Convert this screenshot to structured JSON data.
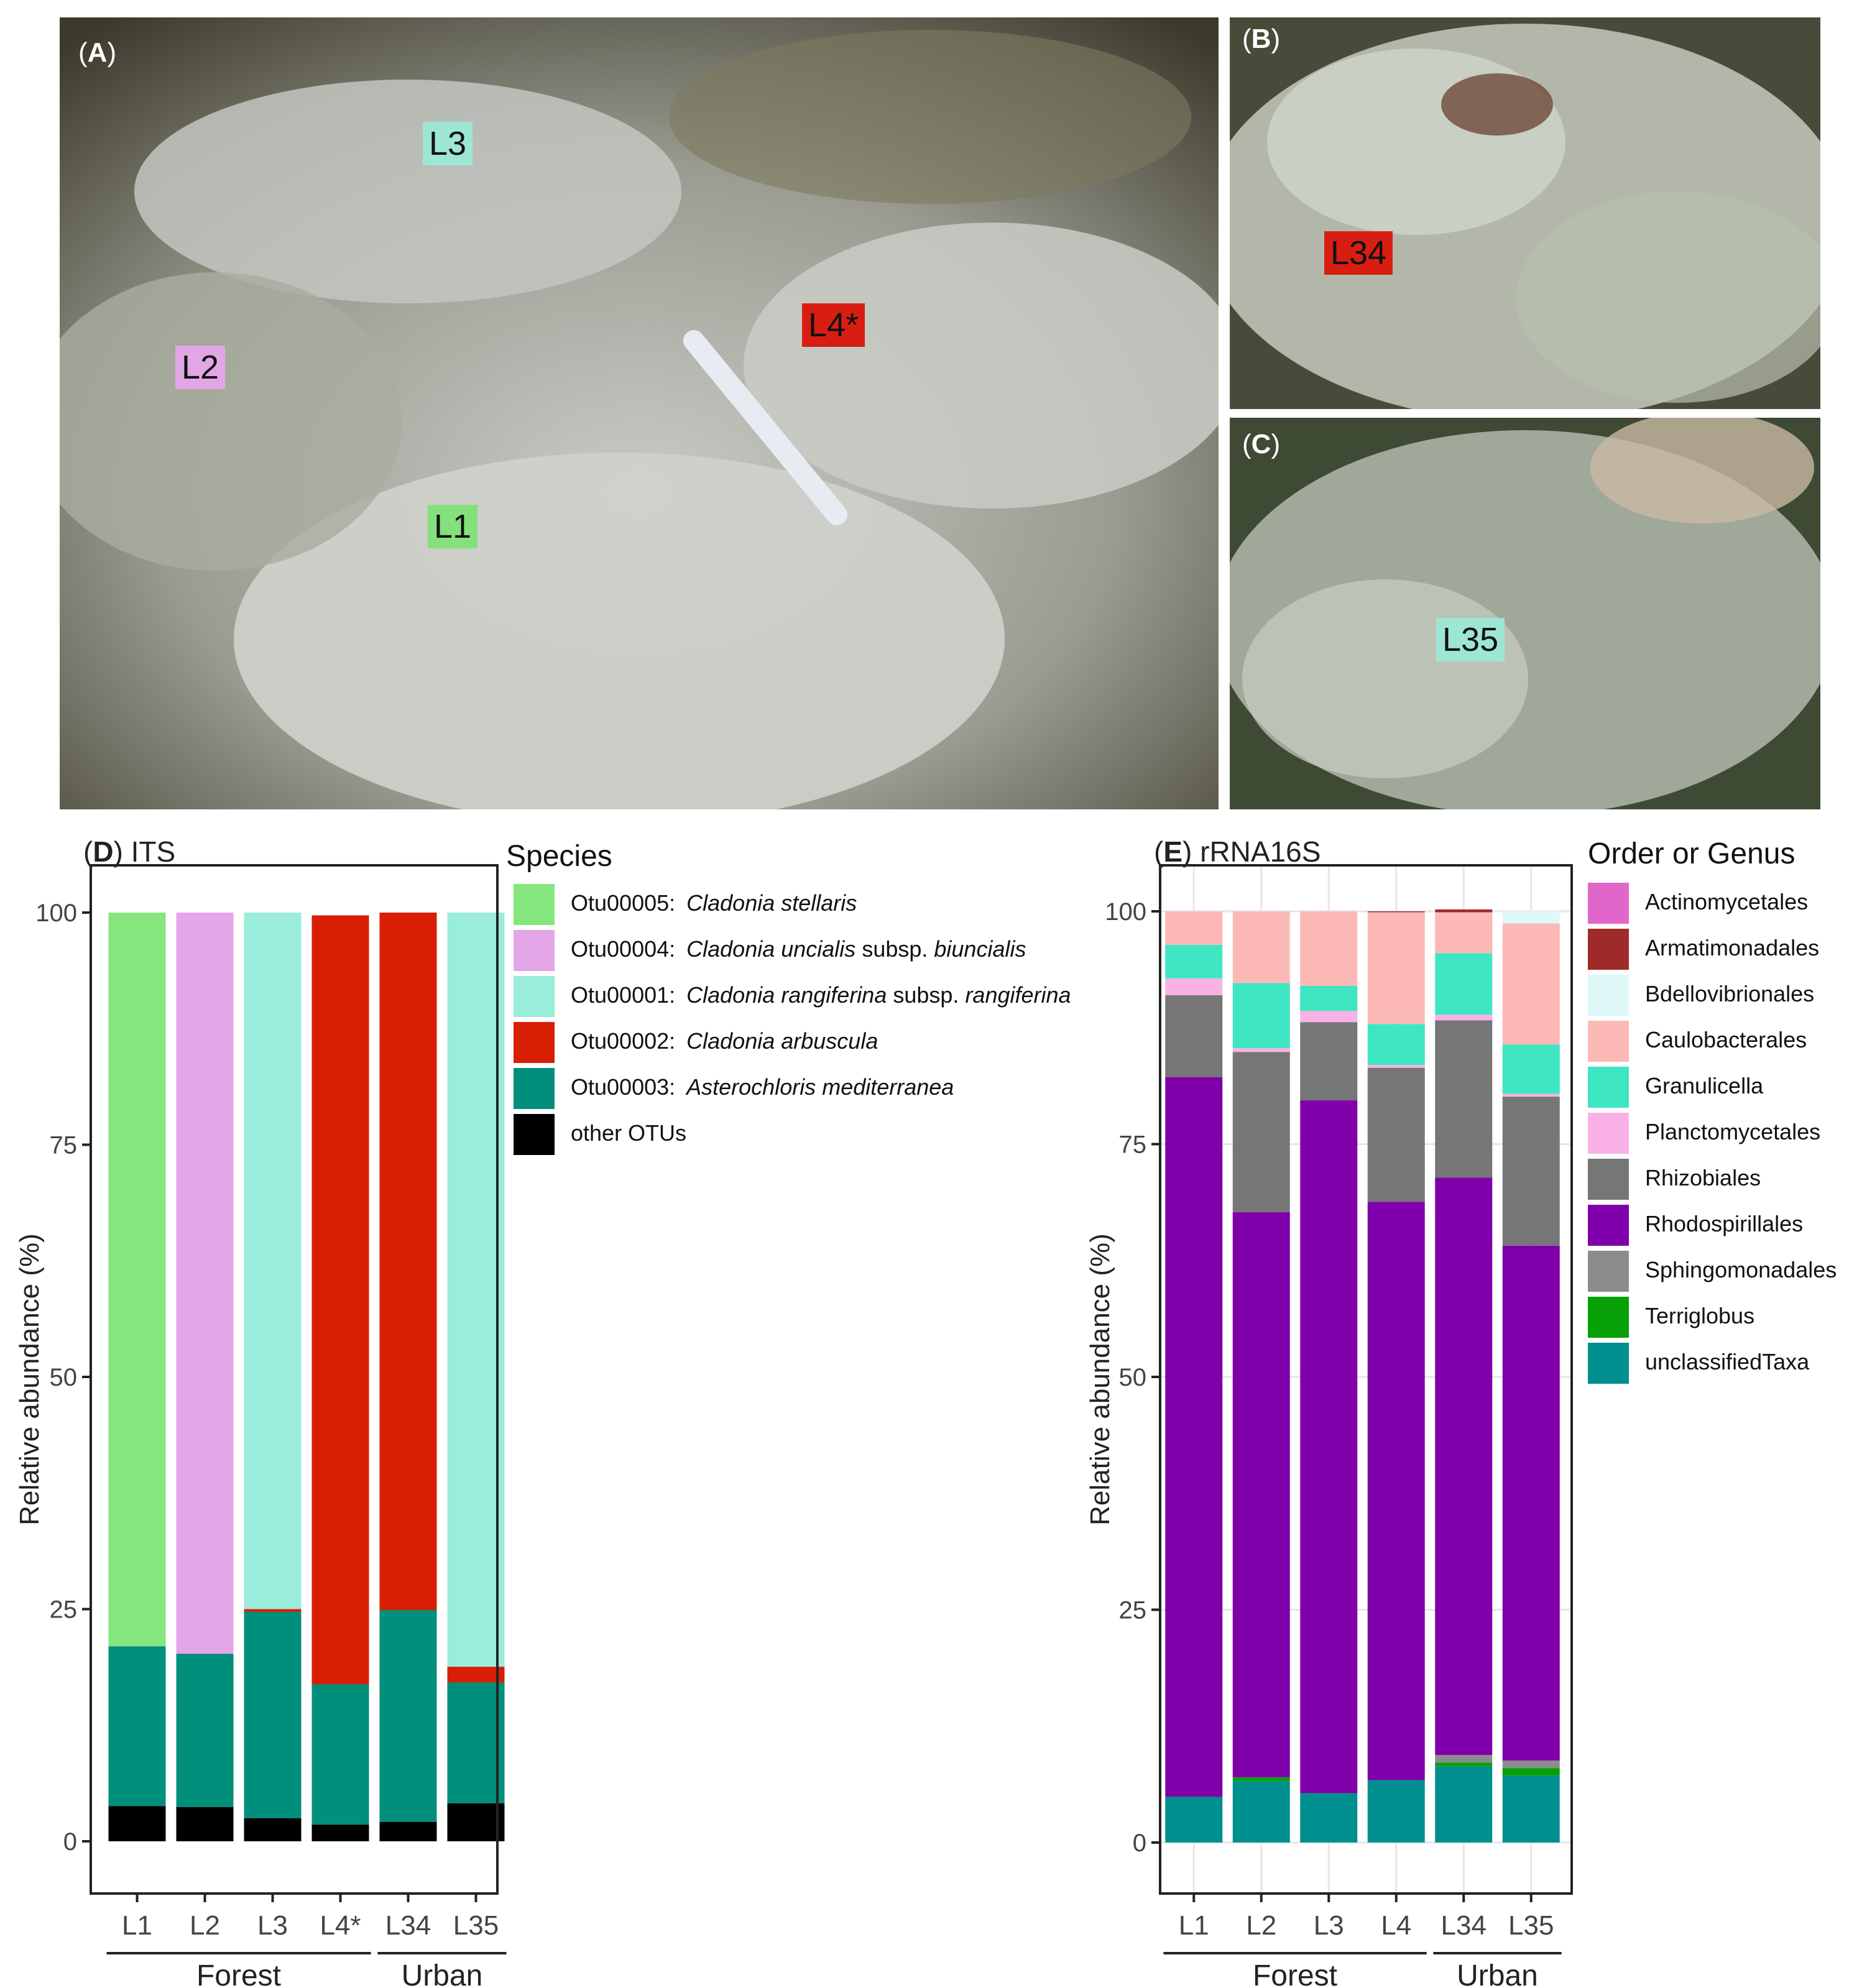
{
  "panels": {
    "A": {
      "label": "A",
      "samples": [
        {
          "text": "L3",
          "color": "#9de6d6"
        },
        {
          "text": "L2",
          "color": "#e2a6e6"
        },
        {
          "text": "L4*",
          "color": "#d81e12"
        },
        {
          "text": "L1",
          "color": "#84e07c"
        }
      ]
    },
    "B": {
      "label": "B",
      "samples": [
        {
          "text": "L34",
          "color": "#d81e12"
        }
      ]
    },
    "C": {
      "label": "C",
      "samples": [
        {
          "text": "L35",
          "color": "#9de6d6"
        }
      ]
    }
  },
  "chart_data": [
    {
      "panel": "D",
      "title": "ITS",
      "type": "bar",
      "stacked": true,
      "ylabel": "Relative abundance (%)",
      "ylim": [
        0,
        100
      ],
      "yticks": [
        0,
        25,
        50,
        75,
        100
      ],
      "grid": false,
      "categories": [
        "L1",
        "L2",
        "L3",
        "L4*",
        "L34",
        "L35"
      ],
      "groups": [
        {
          "name": "Forest",
          "span": [
            0,
            3
          ]
        },
        {
          "name": "Urban",
          "span": [
            4,
            5
          ]
        }
      ],
      "legend": {
        "title": "Species",
        "position": "right"
      },
      "series": [
        {
          "name": "other OTUs",
          "code": "",
          "species": "other OTUs",
          "color": "#000000",
          "values": [
            3.8,
            3.7,
            2.5,
            1.8,
            2.1,
            4.1
          ]
        },
        {
          "name": "Otu00003",
          "code": "Otu00003:",
          "species": "Asterochloris mediterranea",
          "color": "#008f7a",
          "values": [
            17.2,
            16.5,
            22.2,
            15.1,
            22.8,
            13.0
          ]
        },
        {
          "name": "Otu00002",
          "code": "Otu00002:",
          "species": "Cladonia arbuscula",
          "color": "#d81e05",
          "values": [
            0,
            0,
            0.3,
            82.8,
            75.1,
            1.7
          ]
        },
        {
          "name": "Otu00001",
          "code": "Otu00001:",
          "species": "Cladonia rangiferina subsp. rangiferina",
          "color": "#9aecdb",
          "values": [
            0,
            0,
            75.0,
            0,
            0,
            81.2
          ]
        },
        {
          "name": "Otu00004",
          "code": "Otu00004:",
          "species": "Cladonia uncialis subsp. biuncialis",
          "color": "#e4a6e8",
          "values": [
            0,
            79.8,
            0,
            0,
            0,
            0
          ]
        },
        {
          "name": "Otu00005",
          "code": "Otu00005:",
          "species": "Cladonia stellaris",
          "color": "#86e67e",
          "values": [
            79.0,
            0,
            0,
            0,
            0,
            0
          ]
        }
      ],
      "legend_order": [
        "Otu00005",
        "Otu00004",
        "Otu00001",
        "Otu00002",
        "Otu00003",
        "other OTUs"
      ]
    },
    {
      "panel": "E",
      "title": "rRNA16S",
      "type": "bar",
      "stacked": true,
      "ylabel": "Relative abundance (%)",
      "ylim": [
        0,
        100
      ],
      "yticks": [
        0,
        25,
        50,
        75,
        100
      ],
      "grid": true,
      "categories": [
        "L1",
        "L2",
        "L3",
        "L4",
        "L34",
        "L35"
      ],
      "groups": [
        {
          "name": "Forest",
          "span": [
            0,
            3
          ]
        },
        {
          "name": "Urban",
          "span": [
            4,
            5
          ]
        }
      ],
      "legend": {
        "title": "Order or Genus",
        "position": "right"
      },
      "series": [
        {
          "name": "unclassifiedTaxa",
          "color": "#008f8f",
          "values": [
            4.9,
            6.6,
            5.3,
            6.7,
            8.2,
            7.2
          ]
        },
        {
          "name": "Terriglobus",
          "color": "#07a107",
          "values": [
            0,
            0.4,
            0,
            0,
            0.4,
            0.8
          ]
        },
        {
          "name": "Sphingomonadales",
          "color": "#8c8c8c",
          "values": [
            0,
            0,
            0,
            0,
            0.8,
            0.8
          ]
        },
        {
          "name": "Rhodospirillales",
          "color": "#7f00aa",
          "values": [
            77.3,
            60.7,
            74.4,
            62.1,
            62.0,
            55.3
          ]
        },
        {
          "name": "Rhizobiales",
          "color": "#767676",
          "values": [
            8.8,
            17.2,
            8.4,
            14.4,
            16.9,
            16.0
          ]
        },
        {
          "name": "Planctomycetales",
          "color": "#fab1e6",
          "values": [
            1.8,
            0.4,
            1.2,
            0.3,
            0.6,
            0.3
          ]
        },
        {
          "name": "Granulicella",
          "color": "#3ee6c2",
          "values": [
            3.6,
            7.0,
            2.7,
            4.4,
            6.6,
            5.3
          ]
        },
        {
          "name": "Caulobacterales",
          "color": "#fcb9b6",
          "values": [
            3.6,
            7.7,
            8.0,
            12.0,
            4.4,
            13.0
          ]
        },
        {
          "name": "Bdellovibrionales",
          "color": "#e0f7f7",
          "values": [
            0,
            0,
            0,
            0,
            0,
            1.3
          ]
        },
        {
          "name": "Armatimonadales",
          "color": "#9e2a2a",
          "values": [
            0,
            0,
            0,
            0.1,
            0.3,
            0
          ]
        },
        {
          "name": "Actinomycetales",
          "color": "#e066c9",
          "values": [
            0,
            0,
            0,
            0,
            0,
            0
          ]
        }
      ],
      "legend_order": [
        "Actinomycetales",
        "Armatimonadales",
        "Bdellovibrionales",
        "Caulobacterales",
        "Granulicella",
        "Planctomycetales",
        "Rhizobiales",
        "Rhodospirillales",
        "Sphingomonadales",
        "Terriglobus",
        "unclassifiedTaxa"
      ]
    }
  ]
}
